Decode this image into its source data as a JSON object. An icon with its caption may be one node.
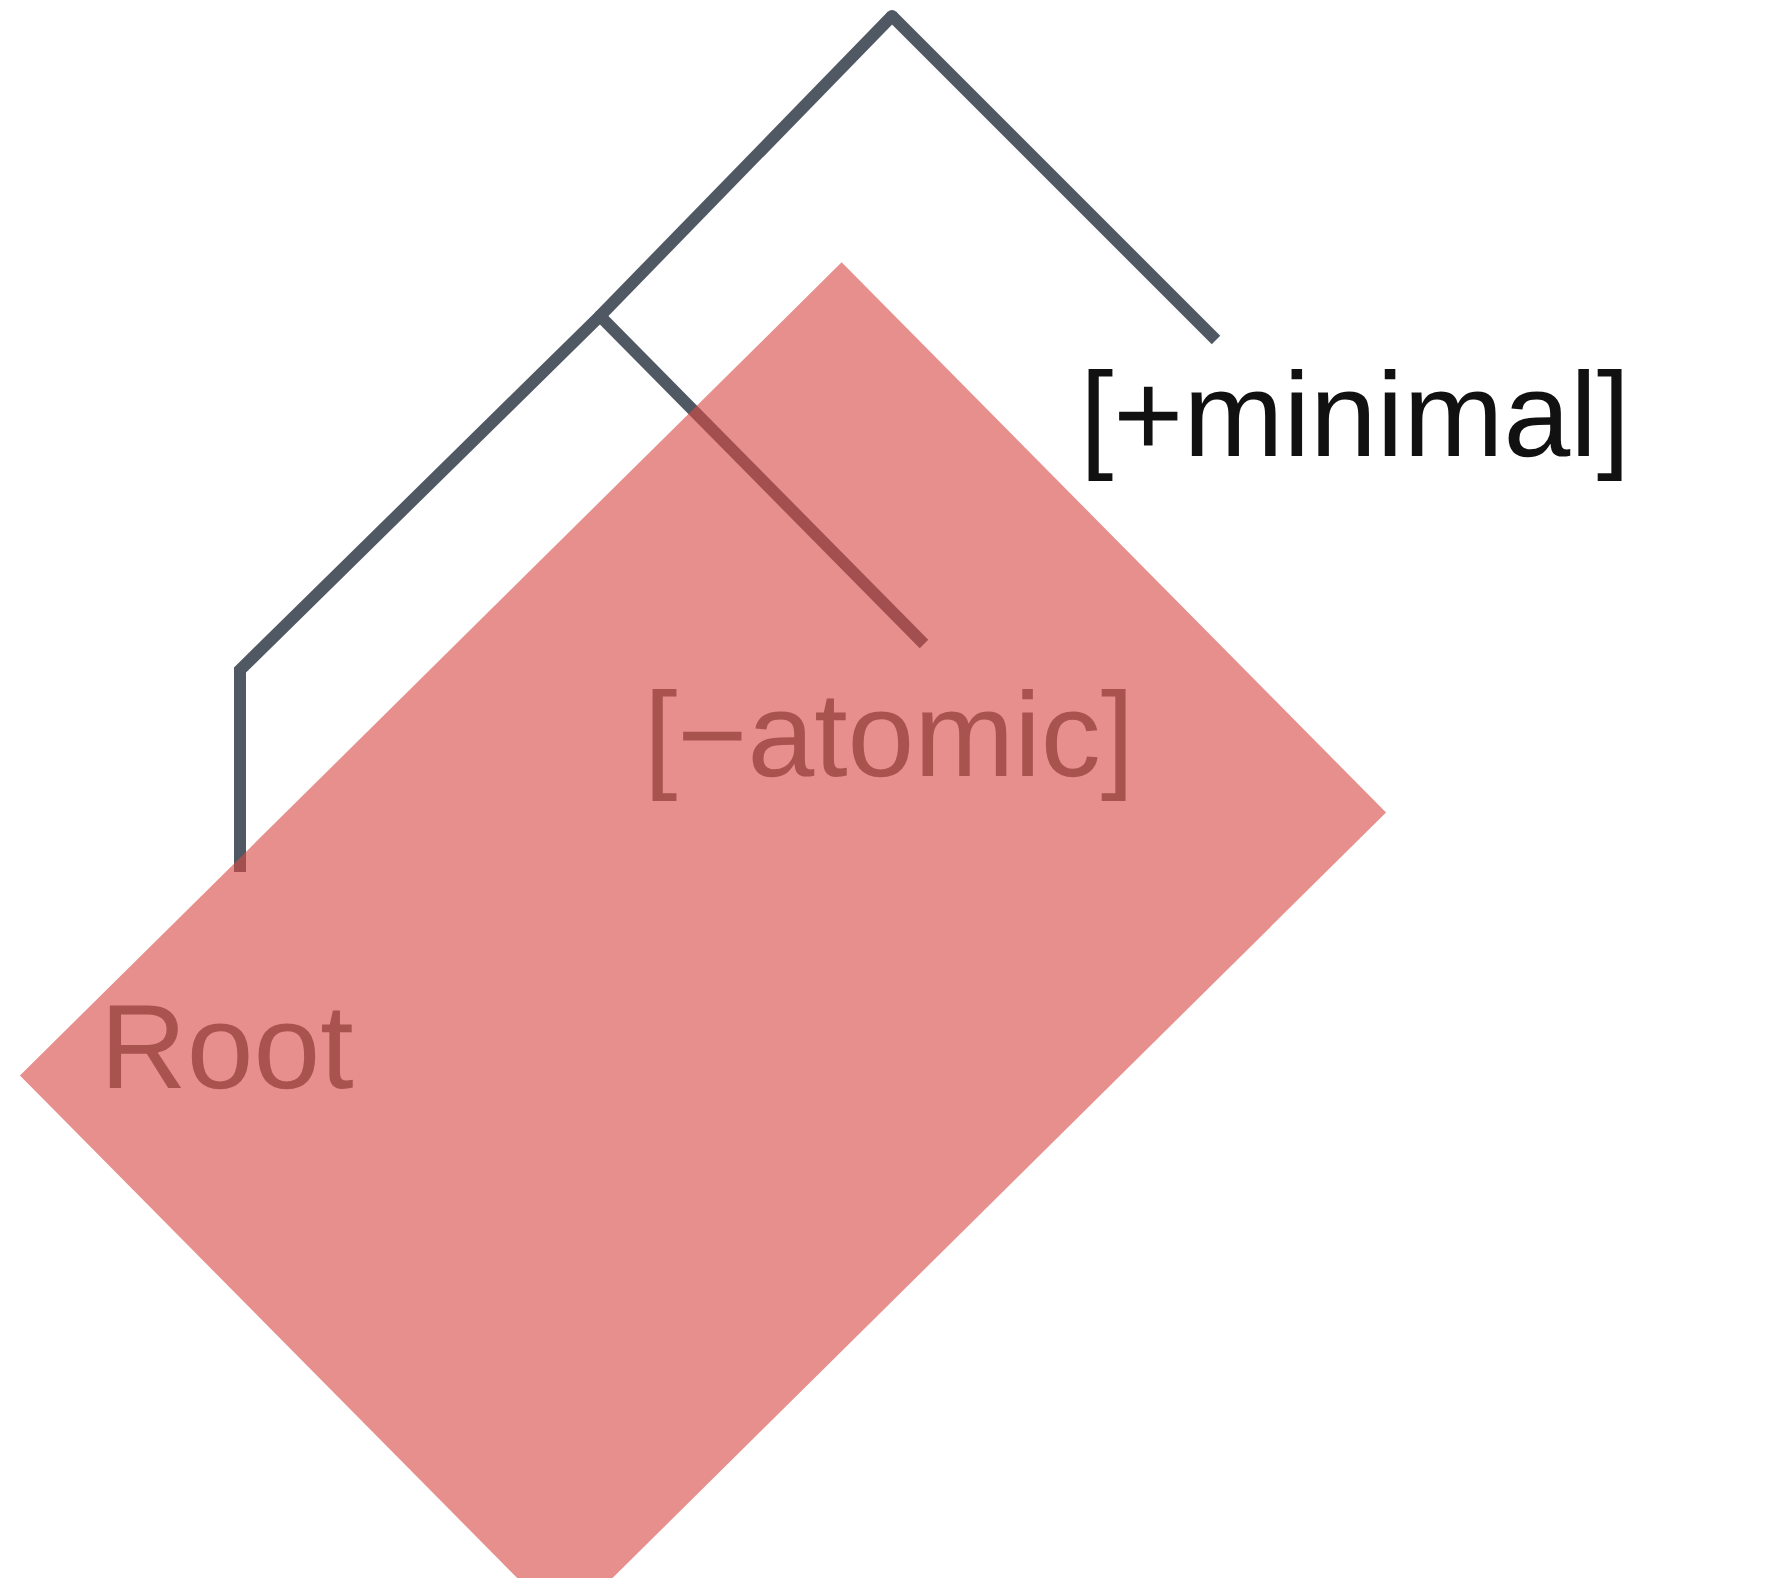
{
  "diagram": {
    "nodes": [
      {
        "text": [],
        "shape": "point"
      },
      {
        "text": [
          "[+minimal]"
        ]
      },
      {
        "text": [],
        "shape": "point"
      },
      {
        "text": [
          "[−atomic]"
        ]
      },
      {
        "text": [
          "Root"
        ]
      }
    ],
    "edges": [
      {
        "from": 0,
        "to": 1,
        "arrow": "none"
      },
      {
        "from": 0,
        "to": 2,
        "arrow": "none"
      },
      {
        "from": 2,
        "to": 3,
        "arrow": "none"
      },
      {
        "from": 2,
        "to": 4,
        "arrow": "none"
      }
    ]
  }
}
